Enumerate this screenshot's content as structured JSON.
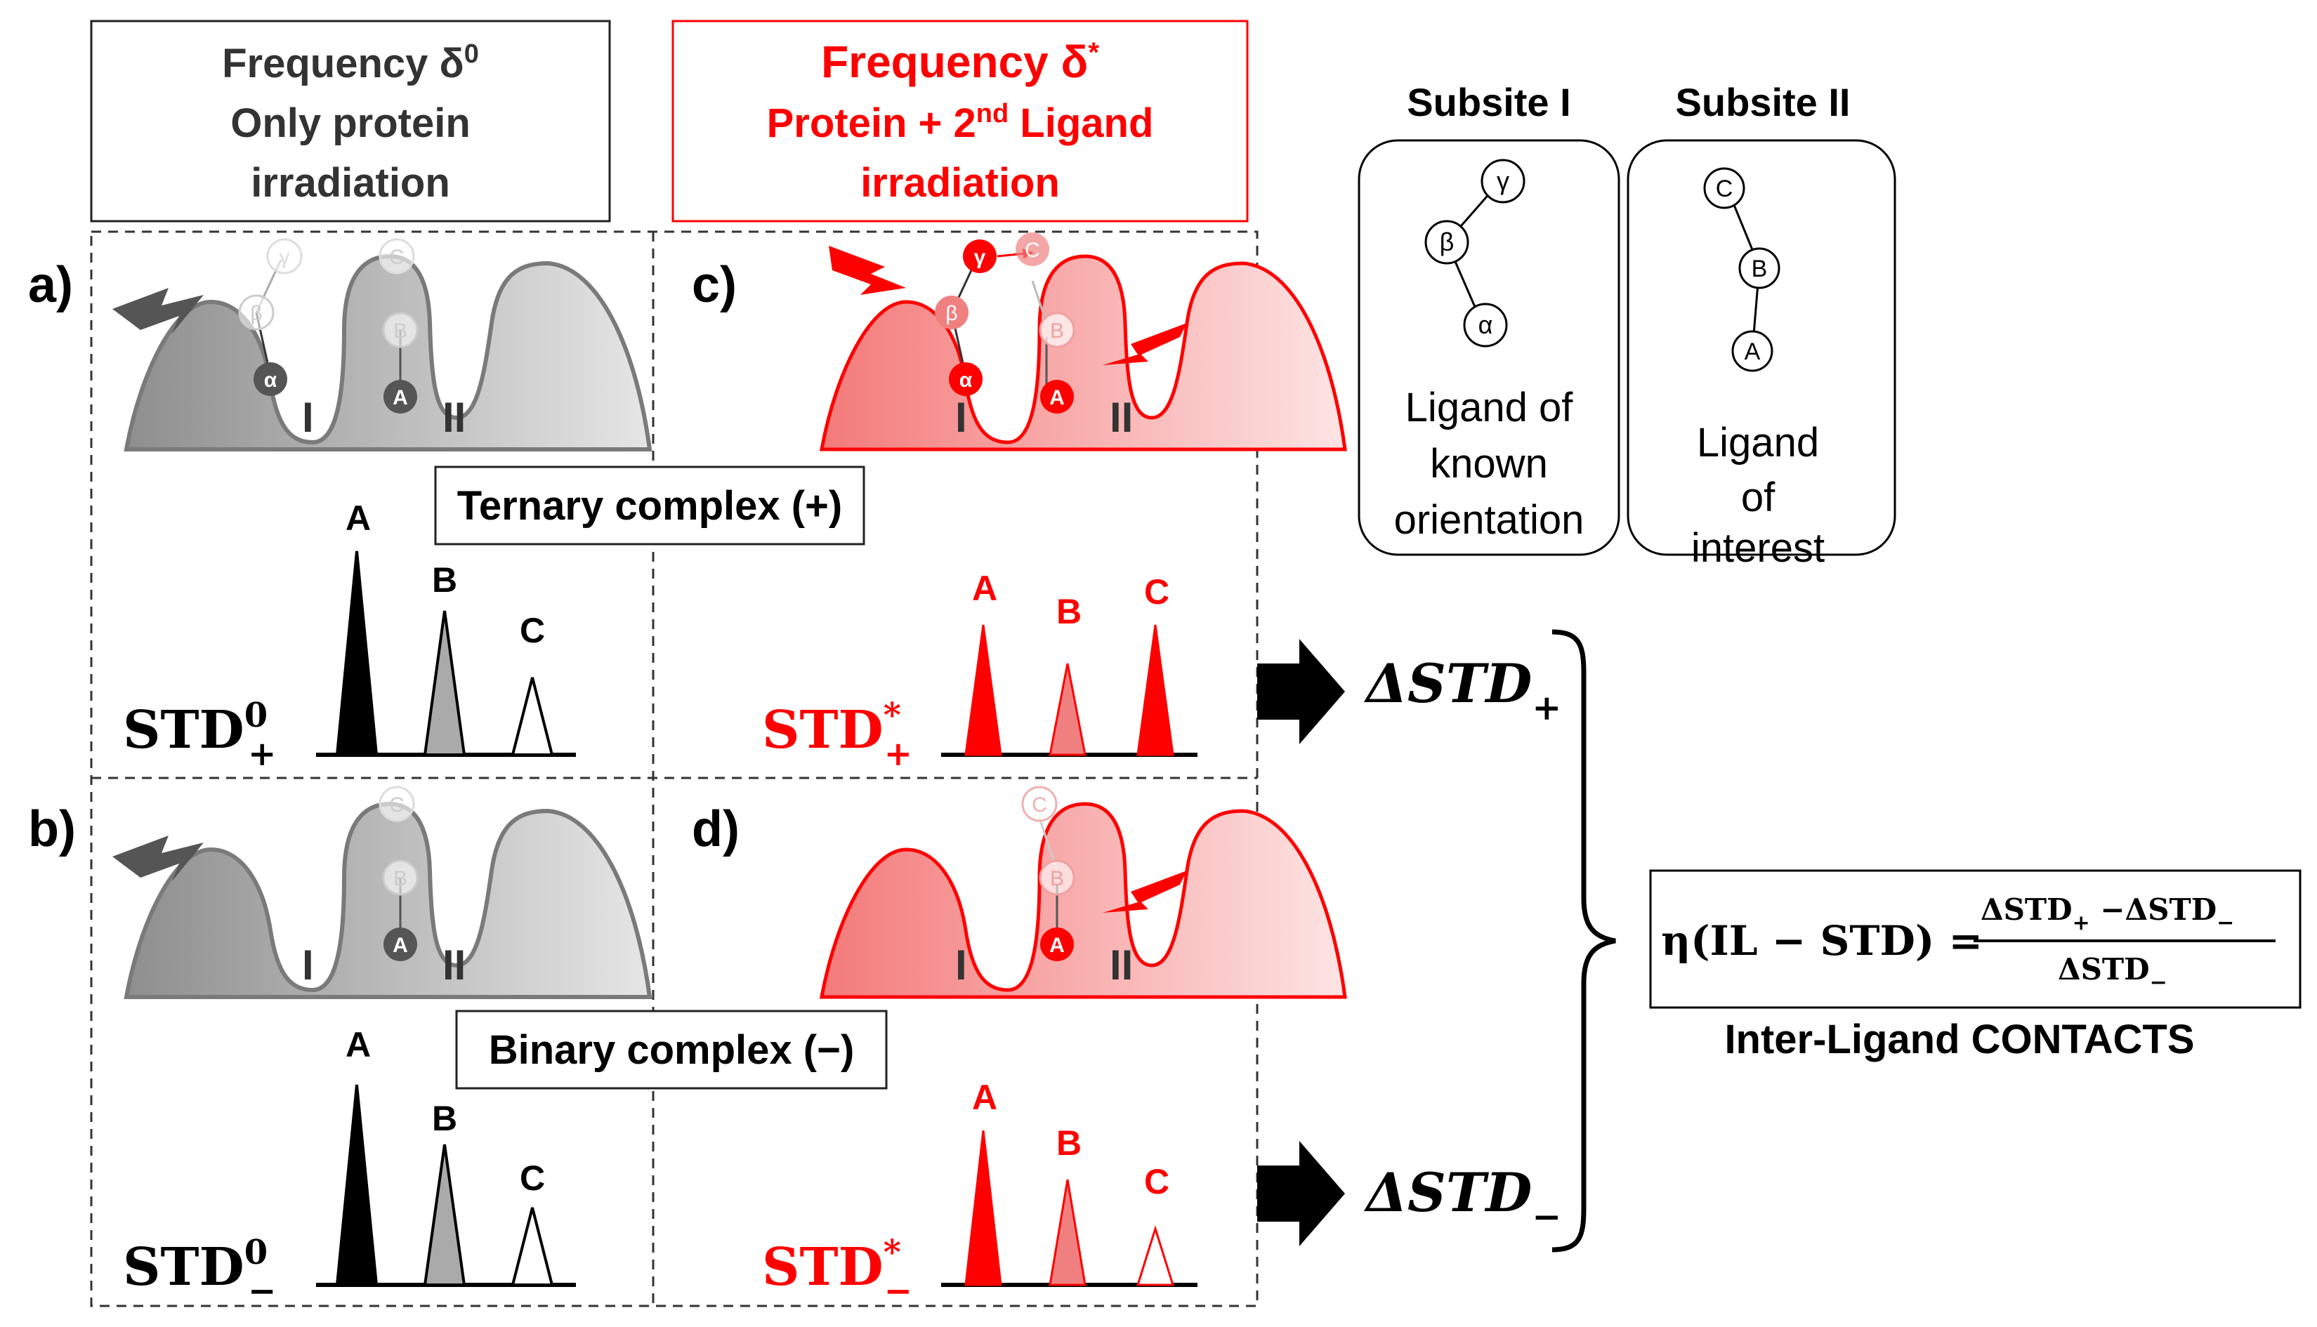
{
  "headers": {
    "left": {
      "line1": "Frequency δ",
      "sup": "0",
      "line2": "Only protein",
      "line3": "irradiation"
    },
    "right": {
      "line1": "Frequency δ",
      "sup": "*",
      "line2": "Protein + 2",
      "line2_sup": "nd",
      "line2_end": " Ligand",
      "line3": "irradiation"
    }
  },
  "panels": {
    "a": "a)",
    "b": "b)",
    "c": "c)",
    "d": "d)"
  },
  "site_labels": {
    "site1": "I",
    "site2": "II"
  },
  "nodes": {
    "alpha": "α",
    "beta": "β",
    "gamma": "γ",
    "A": "A",
    "B": "B",
    "C": "C"
  },
  "complex_labels": {
    "ternary": "Ternary complex (+)",
    "binary": "Binary complex (−)"
  },
  "peak_labels": [
    "A",
    "B",
    "C"
  ],
  "std_labels": {
    "base": "STD",
    "zero_sup": "0",
    "star_sup": "*",
    "plus_sub": "+",
    "minus_sub": "−"
  },
  "delta_labels": {
    "plus": "ΔSTD",
    "plus_sub": "+",
    "minus": "ΔSTD",
    "minus_sub": "−"
  },
  "subsites": {
    "title1": "Subsite I",
    "title2": "Subsite II",
    "ligand1_lines": [
      "Ligand of",
      "known",
      "orientation"
    ],
    "ligand2_lines": [
      "Ligand",
      "of",
      "interest"
    ]
  },
  "formula": {
    "lhs": "η(IL − STD) = ",
    "numerator": "ΔSTD",
    "num_sub1": "+",
    "num_mid": "  −ΔSTD",
    "num_sub2": "−",
    "denominator": "ΔSTD",
    "den_sub": "−"
  },
  "caption": "Inter-Ligand CONTACTS",
  "colors": {
    "red": "#ff0000",
    "gray_dark": "#555555",
    "gray_mid": "#aaaaaa",
    "black": "#000000"
  }
}
